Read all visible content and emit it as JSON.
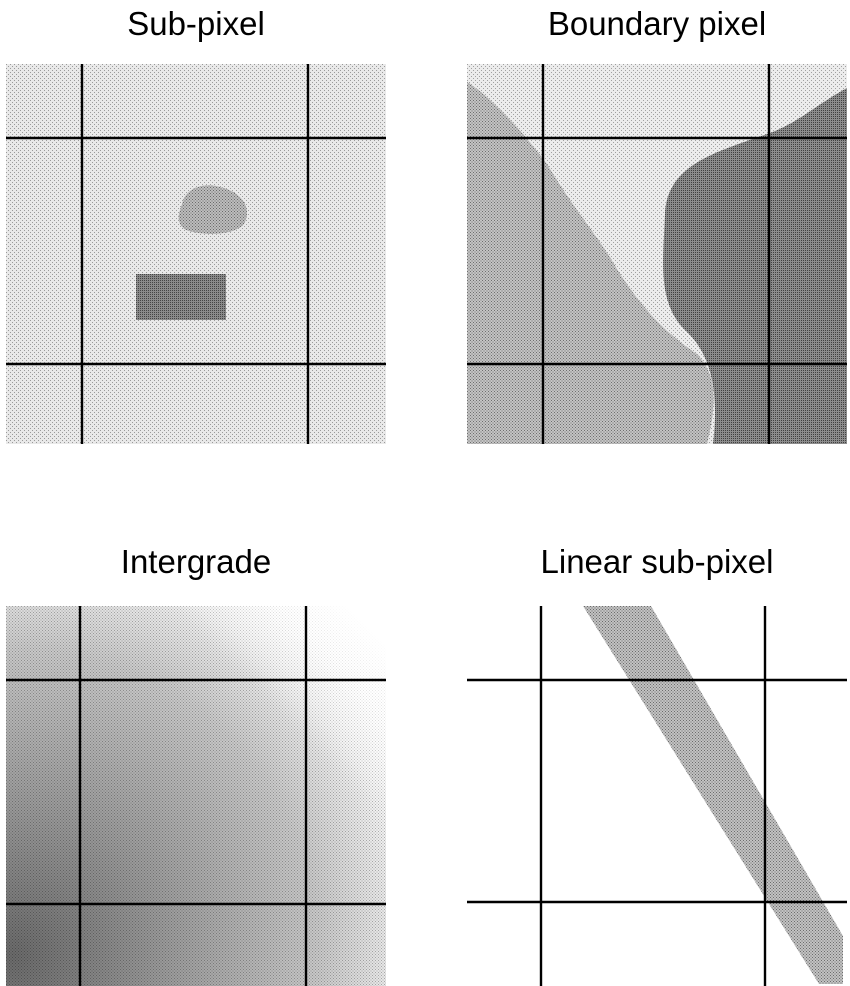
{
  "panels": [
    {
      "id": "sub-pixel",
      "title": "Sub-pixel"
    },
    {
      "id": "boundary-pixel",
      "title": "Boundary pixel"
    },
    {
      "id": "intergrade",
      "title": "Intergrade"
    },
    {
      "id": "linear-sub-pixel",
      "title": "Linear sub-pixel"
    }
  ],
  "colors": {
    "background_light": "#e6e6e6",
    "background_medium": "#b3b3b3",
    "background_dark": "#7a7a7a",
    "grid_line": "#000000",
    "blank": "#ffffff"
  }
}
